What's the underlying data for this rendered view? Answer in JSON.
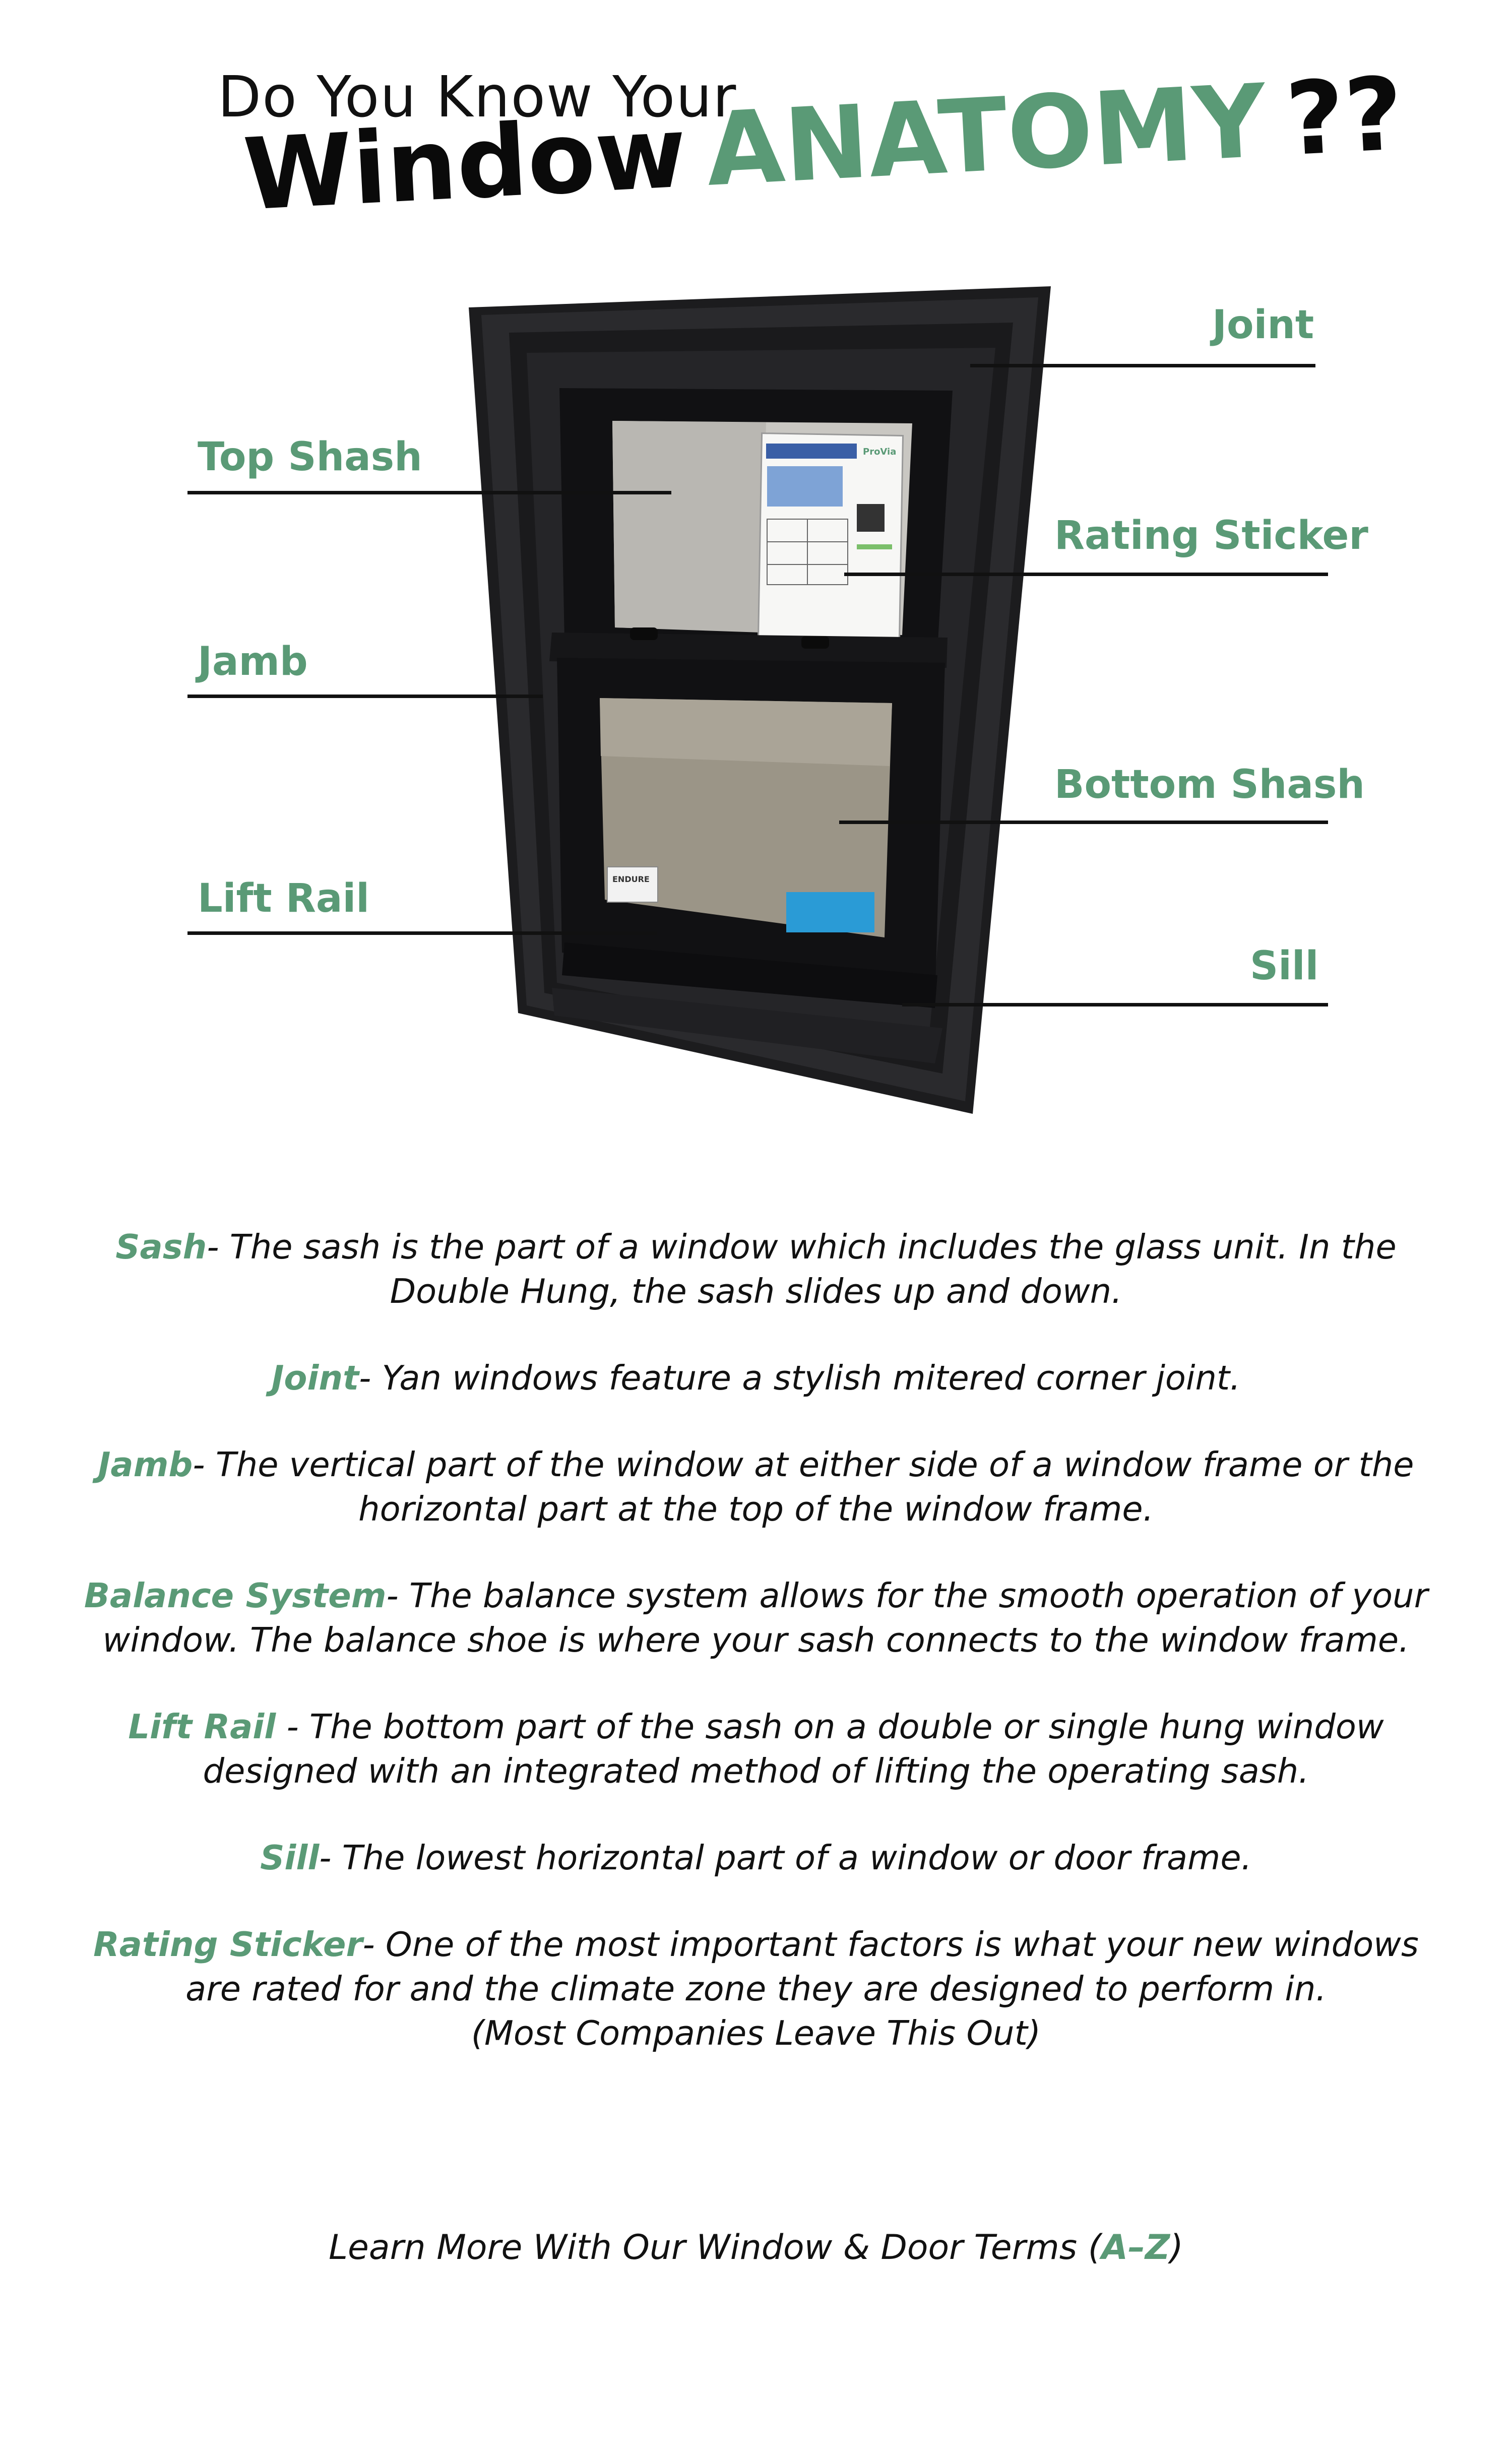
{
  "title": {
    "line1": "Do You Know Your",
    "word_window": "Window",
    "word_anatomy": "ANATOMY",
    "word_q": "??"
  },
  "callouts": {
    "joint": "Joint",
    "top_sash": "Top Shash",
    "rating_sticker": "Rating Sticker",
    "jamb": "Jamb",
    "bottom_sash": "Bottom Shash",
    "lift_rail": "Lift Rail",
    "sill": "Sill"
  },
  "window_photo": {
    "brand_logo": "ProVia",
    "sticker_brand": "ENDURE"
  },
  "definitions": {
    "sash": {
      "term": "Sash",
      "text": "- The sash is the part of a window which includes the glass unit. In the Double Hung, the sash slides up and down."
    },
    "joint": {
      "term": "Joint",
      "text": "- Yan windows feature a stylish mitered corner joint."
    },
    "jamb": {
      "term": "Jamb",
      "text": "- The vertical part of the window at either side of a window frame or the horizontal part at the top of the window frame."
    },
    "balance": {
      "term": "Balance System",
      "text": "- The balance system allows for the smooth operation of your window. The balance shoe is where your sash connects to the window frame."
    },
    "lift_rail": {
      "term": "Lift Rail",
      "text": " - The bottom part of the sash on a double or single hung window designed with an integrated method of lifting the operating sash."
    },
    "sill": {
      "term": "Sill",
      "text": "- The lowest horizontal part of a window or door frame."
    },
    "rating": {
      "term": "Rating Sticker",
      "text": "- One of the most important factors is what your new windows are rated for and the climate zone they are designed to perform in.",
      "note": "(Most Companies Leave This Out)"
    }
  },
  "footer": {
    "text": "Learn More With Our Window & Door Terms (",
    "az": "A–Z",
    "close": ")"
  },
  "colors": {
    "accent": "#5a9a76",
    "text": "#111111",
    "frame": "#1c1c1e"
  }
}
